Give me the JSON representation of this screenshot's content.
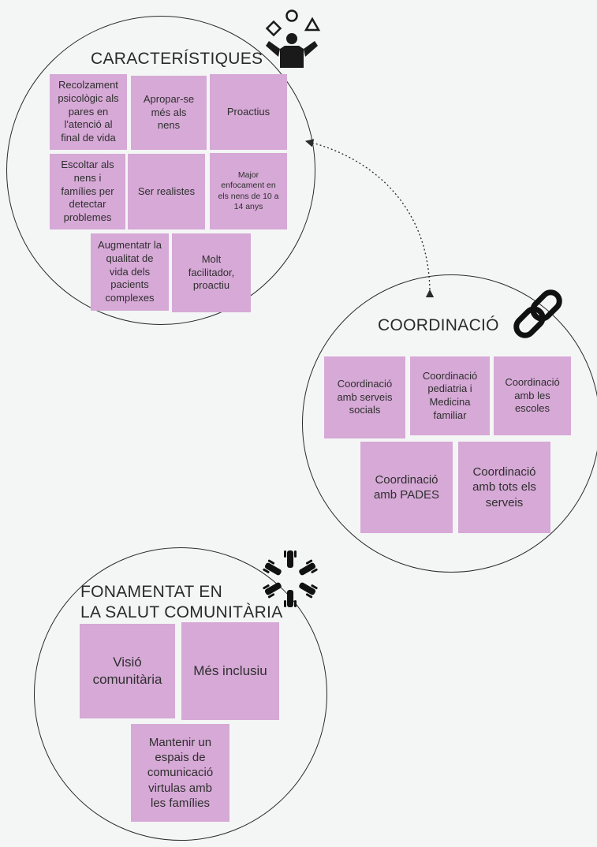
{
  "sections": {
    "caracteristiques": {
      "title": "CARACTERÍSTIQUES",
      "icon": "juggler-icon",
      "notes": [
        "Recolzament\npsicològic als\npares en\nl'atenció al\nfinal de vida",
        "Apropar-se\nmés als\nnens",
        "Proactius",
        "Escoltar als\nnens i\nfamílies per\ndetectar\nproblemes",
        "Ser realistes",
        "Major\nenfocament en\nels nens de 10 a\n14 anys",
        "Augmentatr la\nqualitat de\nvida dels\npacients\ncomplexes",
        "Molt\nfacilitador,\nproactiu"
      ]
    },
    "coordinacio": {
      "title": "COORDINACIÓ",
      "icon": "chain-link-icon",
      "notes": [
        "Coordinació\namb serveis\nsocials",
        "Coordinació\npediatria i\nMedicina\nfamiliar",
        "Coordinació\namb les\nescoles",
        "Coordinació\namb PADES",
        "Coordinació\namb tots els\nserveis"
      ]
    },
    "comunitaria": {
      "title": "FONAMENTAT EN\nLA SALUT COMUNITÀRIA",
      "icon": "hands-circle-icon",
      "notes": [
        "Visió\ncomunitària",
        "Més inclusiu",
        "Mantenir un\nespais de\ncomunicació\nvirtulas  amb\nles famílies"
      ]
    }
  },
  "colors": {
    "note": "#d6a9d6",
    "background": "#f4f6f5",
    "line": "#2a2a2a"
  }
}
